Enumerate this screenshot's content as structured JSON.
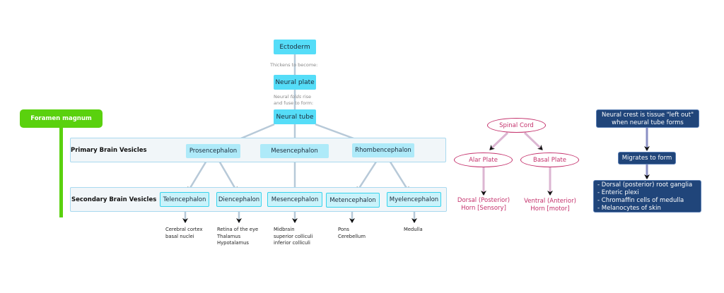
{
  "top_chain": {
    "ectoderm": "Ectoderm",
    "note1": "Thickens to become:",
    "neural_plate": "Neural plate",
    "note2_line1_a": "Neural ",
    "note2_line1_em": "folds",
    "note2_line1_b": " rise",
    "note2_line2": "and fuse to form:",
    "neural_tube": "Neural tube"
  },
  "foramen_magnum": "Foramen magnum",
  "primary": {
    "label": "Primary Brain Vesicles",
    "items": [
      "Prosencephalon",
      "Mesencephalon",
      "Rhombencephalon"
    ]
  },
  "secondary": {
    "label": "Secondary Brain Vesicles",
    "items": [
      "Telencephalon",
      "Diencephalon",
      "Mesencephalon",
      "Metencephalon",
      "Myelencephalon"
    ]
  },
  "derivatives": [
    [
      "Cerebral cortex",
      "basal nuclei"
    ],
    [
      "Retina of the eye",
      "Thalamus",
      "Hypotalamus"
    ],
    [
      "Midbrain",
      "superior colliculi",
      "inferior colliculi"
    ],
    [
      "Pons",
      "Cerebellum"
    ],
    [
      "Medulla"
    ]
  ],
  "spinal": {
    "root": "Spinal Cord",
    "alar": "Alar Plate",
    "basal": "Basal Plate",
    "dorsal": [
      "Dorsal (Posterior)",
      "Horn [Sensory]"
    ],
    "ventral": [
      "Ventral (Anterior)",
      "Horn [motor]"
    ]
  },
  "neural_crest": {
    "title": [
      "Neural crest is tissue \"left out\"",
      "when neural tube forms"
    ],
    "migrates": "Migrates to form",
    "list": [
      "- Dorsal (posterior) root ganglia",
      "- Enteric plexi",
      "- Chromaffin cells of medulla",
      "- Melanocytes of skin"
    ]
  },
  "colors": {
    "cyan": "#55ddf8",
    "green": "#5ad10e",
    "pink": "#c4306b",
    "navy": "#20457a",
    "connector": "#b7c9d8"
  }
}
